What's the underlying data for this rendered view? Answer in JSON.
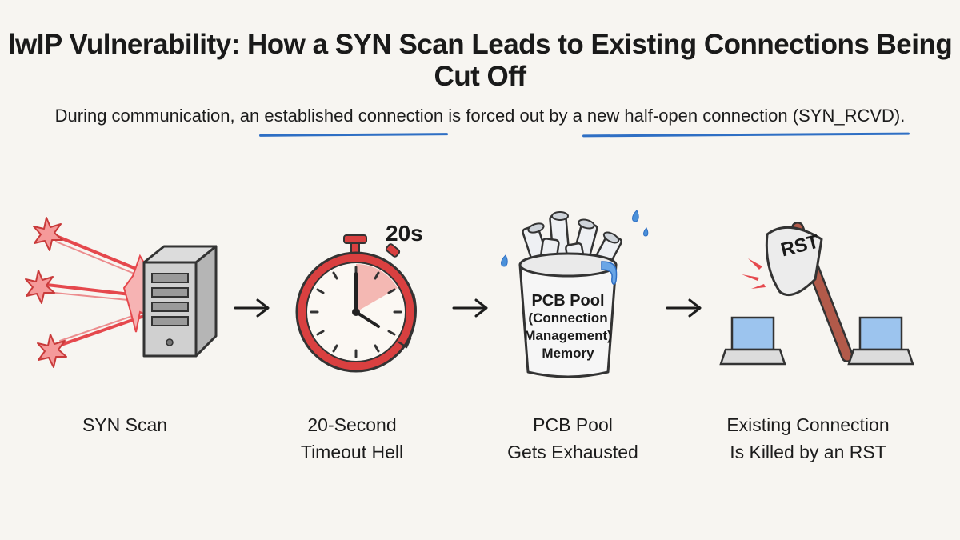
{
  "title": "lwIP Vulnerability: How a SYN Scan Leads to Existing Connections Being Cut Off",
  "subtitle": {
    "before": "During communication, an ",
    "highlight1": "established connection",
    "middle": " is forced out by a ",
    "highlight2": "new half-open connection (SYN_RCVD).",
    "highlight_color": "#2f6fc4"
  },
  "steps": [
    {
      "label_line1": "SYN Scan",
      "label_line2": "",
      "icon": "server-under-attack-icon"
    },
    {
      "label_line1": "20-Second",
      "label_line2": "Timeout Hell",
      "icon": "stopwatch-icon",
      "timer_text": "20s"
    },
    {
      "label_line1": "PCB Pool",
      "label_line2": "Gets Exhausted",
      "icon": "overflowing-bucket-icon",
      "bucket_text": [
        "PCB Pool",
        "(Connection",
        "Management)",
        "Memory"
      ]
    },
    {
      "label_line1": "Existing Connection",
      "label_line2": "Is Killed by an RST",
      "icon": "axe-cutting-connection-icon",
      "axe_text": "RST"
    }
  ],
  "colors": {
    "attack_red": "#e5484d",
    "clock_red": "#d94040",
    "screen_blue": "#9cc4ee",
    "axe_handle": "#b25a4a"
  }
}
